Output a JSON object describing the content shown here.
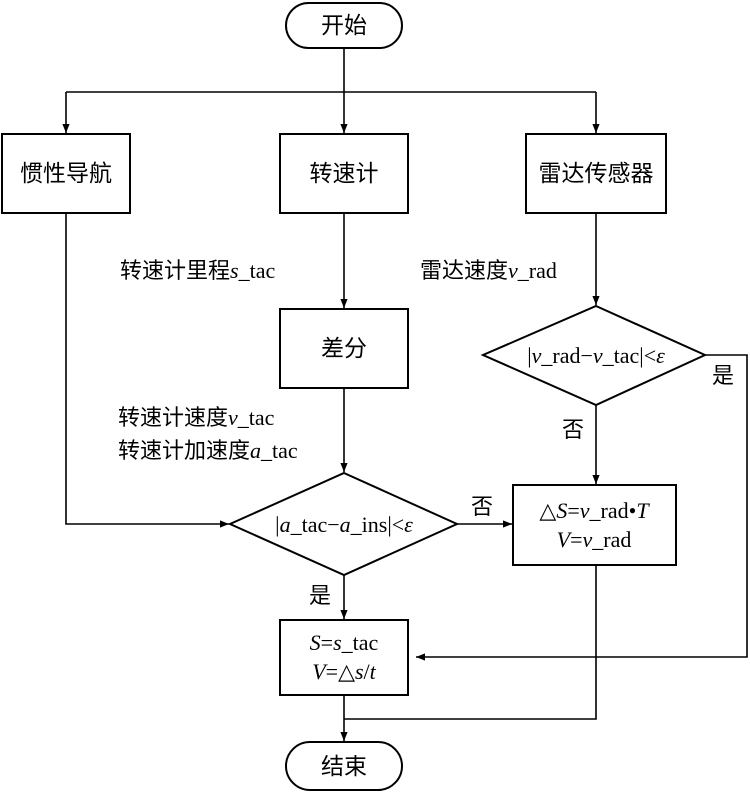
{
  "nodes": {
    "start": "开始",
    "inertial": "惯性导航",
    "tachometer": "转速计",
    "radar_sensor": "雷达传感器",
    "difference": "差分",
    "end": "结束"
  },
  "edge_labels": {
    "tac_mileage_prefix": "转速计里程",
    "tac_mileage_var": "s",
    "tac_mileage_sub": "_tac",
    "radar_speed_prefix": "雷达速度",
    "radar_speed_var": "v",
    "radar_speed_sub": "_rad",
    "tac_speed_prefix": "转速计速度",
    "tac_speed_var": "v",
    "tac_speed_sub": "_tac",
    "tac_accel_prefix": "转速计加速度",
    "tac_accel_var": "a",
    "tac_accel_sub": "_tac",
    "yes": "是",
    "no": "否"
  },
  "decision_radar": {
    "bar_left": "|",
    "v1": "v",
    "s1": "_rad−",
    "v2": "v",
    "s2": "_tac|<",
    "eps": "ε"
  },
  "decision_accel": {
    "bar_left": "|",
    "v1": "a",
    "s1": "_tac−",
    "v2": "a",
    "s2": "_ins|<",
    "eps": "ε"
  },
  "box_radar_result": {
    "l1_tri": "△",
    "l1_var": "S",
    "l1_eq": "=",
    "l1_v": "v",
    "l1_sub": "_rad",
    "l1_dot": "•",
    "l1_T": "T",
    "l2_var": "V",
    "l2_eq": "=",
    "l2_v": "v",
    "l2_sub": "_rad"
  },
  "box_tac_result": {
    "l1_var": "S",
    "l1_eq": "=",
    "l1_s": "s",
    "l1_sub": "_tac",
    "l2_var": "V",
    "l2_eq": "=△",
    "l2_s": "s",
    "l2_slash": "/",
    "l2_t": "t"
  }
}
